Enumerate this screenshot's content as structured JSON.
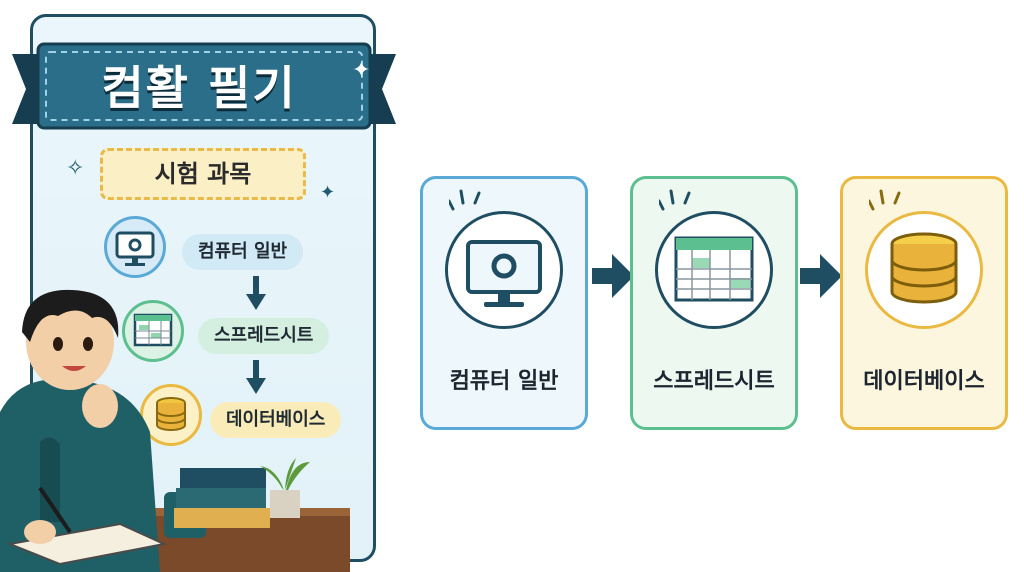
{
  "left_panel": {
    "title": "컴활 필기",
    "subject_heading": "시험 과목",
    "subjects": [
      {
        "label": "컴퓨터 일반",
        "icon": "computer-gear-icon"
      },
      {
        "label": "스프레드시트",
        "icon": "spreadsheet-icon"
      },
      {
        "label": "데이터베이스",
        "icon": "database-icon"
      }
    ]
  },
  "flow": {
    "steps": [
      {
        "label": "컴퓨터 일반",
        "icon": "computer-gear-icon",
        "color": "#5aa9d6"
      },
      {
        "label": "스프레드시트",
        "icon": "spreadsheet-icon",
        "color": "#5cbf8f"
      },
      {
        "label": "데이터베이스",
        "icon": "database-icon",
        "color": "#e9b942"
      }
    ]
  },
  "colors": {
    "navy": "#1f4e63",
    "blue": "#5aa9d6",
    "green": "#5cbf8f",
    "gold": "#e9b942"
  }
}
